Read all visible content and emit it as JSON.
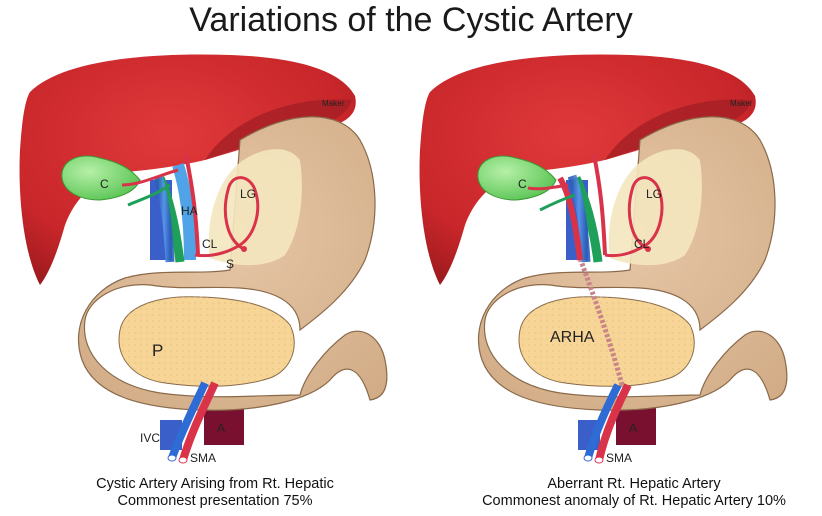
{
  "title": "Variations of the Cystic Artery",
  "left_panel": {
    "labels": {
      "liver": "Maker",
      "cystic": "C",
      "hepatic_artery": "HA",
      "left_gastric": "LG",
      "celiac": "CL",
      "splenic": "S",
      "pancreas": "P",
      "ivc": "IVC",
      "aorta": "A",
      "sma": "SMA"
    },
    "caption_line1": "Cystic Artery Arising from Rt. Hepatic",
    "caption_line2": "Commonest presentation 75%"
  },
  "right_panel": {
    "labels": {
      "liver": "Maker",
      "cystic": "C",
      "left_gastric": "LG",
      "celiac": "CL",
      "arha": "ARHA",
      "aorta": "A",
      "sma": "SMA"
    },
    "caption_line1": "Aberrant Rt. Hepatic Artery",
    "caption_line2": "Commonest anomaly of Rt. Hepatic Artery 10%"
  },
  "colors": {
    "liver": "#c8262a",
    "stomach": "#ddb997",
    "pancreas": "#f6d596",
    "gallbladder": "#6fd26a",
    "artery": "#d9334a",
    "vein": "#3b78d8",
    "portal": "#1fa05a",
    "aorta": "#7a1030"
  }
}
